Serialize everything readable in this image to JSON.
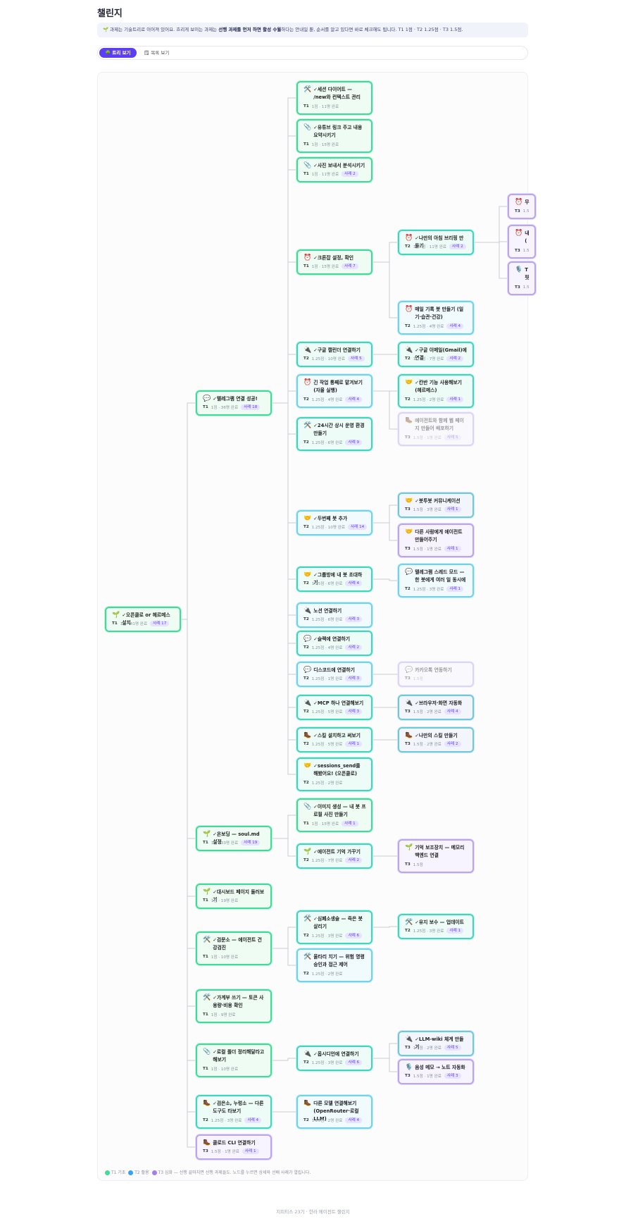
{
  "page": {
    "title": "챌린지",
    "notice": {
      "prefix": "🌱 과제는 기술트리로 이어져 있어요. 흐리게 보이는 과제는 ",
      "bold": "선행 과제를 먼저 하면 활성 수월",
      "suffix": "하다는 안내일 뿐, 순서를 알고 있다면 바로 체크해도 됩니다. T1 1점 · T2 1.25점 · T3 1.5점."
    },
    "view_toggle": {
      "tree_label": "🌳 트리 보기",
      "list_label": "🗒 목록 보기"
    },
    "legend": {
      "t1": "T1 기초",
      "t2": "T2 활용",
      "t3": "T3 심화 — 선행 끝마치면 선행 과제들도. 노드를 누르면 상세와 선배 사례가 열립니다.",
      "t1_color": "#3fdb98",
      "t2_color": "#3aa0f0",
      "t3_color": "#a77bf0"
    },
    "footer": "지피티스 23기 · 한라 에이전트 챌린지"
  },
  "nodes": [
    {
      "id": "root",
      "icon": "🌱",
      "title": "✓오픈클로 or 헤르메스 설치",
      "tier": "T1",
      "score": "1점",
      "done": "41명 완료",
      "badge": "사례 17",
      "style": "t1"
    },
    {
      "id": "telegram",
      "icon": "💬",
      "title": "✓텔레그램 연결 성공!",
      "tier": "T1",
      "score": "1점",
      "done": "36명 완료",
      "badge": "사례 18",
      "style": "t1"
    },
    {
      "id": "onboard",
      "icon": "🌱",
      "title": "✓온보딩 — soul.md 설정",
      "tier": "T1",
      "score": "1점",
      "done": "33명 완료",
      "badge": "사례 19",
      "style": "t1"
    },
    {
      "id": "dash",
      "icon": "🌱",
      "title": "✓대시보드 페이지 둘러보기",
      "tier": "T1",
      "score": "1점",
      "done": "19명 완료",
      "badge": "",
      "style": "t1"
    },
    {
      "id": "health",
      "icon": "🛠️",
      "title": "✓검문소 — 에이전트 건강검진",
      "tier": "T1",
      "score": "1점",
      "done": "10명 완료",
      "badge": "",
      "style": "t1"
    },
    {
      "id": "ledger",
      "icon": "🛠️",
      "title": "✓가계부 쓰기 — 토큰 사용량·비용 확인",
      "tier": "T1",
      "score": "1점",
      "done": "9명 완료",
      "badge": "",
      "style": "t1"
    },
    {
      "id": "folder",
      "icon": "📎",
      "title": "✓로컬 폴더 정리해달라고 해보기",
      "tier": "T1",
      "score": "1점",
      "done": "10명 완료",
      "badge": "",
      "style": "t1"
    },
    {
      "id": "multi",
      "icon": "🥾",
      "title": "✓검은소, 누렁소 — 다른 도구도 타보기",
      "tier": "T2",
      "score": "1.25점",
      "done": "3명 완료",
      "badge": "사례 4",
      "style": "t2d"
    },
    {
      "id": "claude",
      "icon": "🥾",
      "title": "클로드 CLI 연결하기",
      "tier": "T3",
      "score": "1.5점",
      "done": "1명 완료",
      "badge": "사례 1",
      "style": "t3"
    },
    {
      "id": "session",
      "icon": "🛠️",
      "title": "✓세션 다이어트 — /new와 컨텍스트 관리",
      "tier": "T1",
      "score": "1점",
      "done": "11명 완료",
      "badge": "",
      "style": "t1"
    },
    {
      "id": "youtube",
      "icon": "📎",
      "title": "✓유튜브 링크 주고 내용 요약시키기",
      "tier": "T1",
      "score": "1점",
      "done": "15명 완료",
      "badge": "",
      "style": "t1"
    },
    {
      "id": "photo",
      "icon": "📎",
      "title": "✓사진 보내서 분석시키기",
      "tier": "T1",
      "score": "1점",
      "done": "11명 완료",
      "badge": "사례 2",
      "style": "t1"
    },
    {
      "id": "cron",
      "icon": "⏰",
      "title": "✓크론잡 설정, 확인",
      "tier": "T1",
      "score": "1점",
      "done": "15명 완료",
      "badge": "사례 7",
      "style": "t1"
    },
    {
      "id": "gcal",
      "icon": "🔌",
      "title": "✓구글 캘린더 연결하기",
      "tier": "T2",
      "score": "1.25점",
      "done": "10명 완료",
      "badge": "사례 5",
      "style": "t2d"
    },
    {
      "id": "longtask",
      "icon": "⏰",
      "title": "긴 작업 통째로 맡겨보기 (자율 실행)",
      "tier": "T2",
      "score": "1.25점",
      "done": "4명 완료",
      "badge": "사례 4",
      "style": "t2"
    },
    {
      "id": "24h",
      "icon": "🛠️",
      "title": "✓24시간 상시 운영 환경 만들기",
      "tier": "T2",
      "score": "1.25점",
      "done": "6명 완료",
      "badge": "사례 9",
      "style": "t2d"
    },
    {
      "id": "secondbot",
      "icon": "🤝",
      "title": "✓두번째 봇 추가",
      "tier": "T2",
      "score": "1.25점",
      "done": "10명 완료",
      "badge": "사례 14",
      "style": "t2"
    },
    {
      "id": "group",
      "icon": "🤝",
      "title": "✓그룹방에 내 봇 초대하기",
      "tier": "T2",
      "score": "1.25점",
      "done": "6명 완료",
      "badge": "사례 4",
      "style": "t2d"
    },
    {
      "id": "notion",
      "icon": "🔌",
      "title": "노션 연결하기",
      "tier": "T2",
      "score": "1.25점",
      "done": "6명 완료",
      "badge": "사례 3",
      "style": "t2"
    },
    {
      "id": "slack",
      "icon": "💬",
      "title": "✓슬랙에 연결하기",
      "tier": "T2",
      "score": "1.25점",
      "done": "4명 완료",
      "badge": "사례 2",
      "style": "t2d"
    },
    {
      "id": "discord",
      "icon": "💬",
      "title": "디스코드에 연결하기",
      "tier": "T2",
      "score": "1.25점",
      "done": "1명 완료",
      "badge": "사례 3",
      "style": "t2"
    },
    {
      "id": "mcp",
      "icon": "🔌",
      "title": "✓MCP 하나 연결해보기",
      "tier": "T2",
      "score": "1.25점",
      "done": "5명 완료",
      "badge": "사례 3",
      "style": "t2d"
    },
    {
      "id": "skill",
      "icon": "🥾",
      "title": "✓스킬 설치하고 써보기",
      "tier": "T2",
      "score": "1.25점",
      "done": "5명 완료",
      "badge": "사례 1",
      "style": "t2d"
    },
    {
      "id": "sessions_send",
      "icon": "🤝",
      "title": "✓sessions_send를 해봤어요! (오픈클로)",
      "tier": "T2",
      "score": "1.25점",
      "done": "2명 완료",
      "badge": "",
      "style": "t2d"
    },
    {
      "id": "image",
      "icon": "📎",
      "title": "✓이미지 생성 — 내 봇 프로필 사진 만들기",
      "tier": "T1",
      "score": "1점",
      "done": "15명 완료",
      "badge": "사례 1",
      "style": "t1"
    },
    {
      "id": "memory",
      "icon": "🌱",
      "title": "✓에이전트 기억 가꾸기",
      "tier": "T2",
      "score": "1.25점",
      "done": "7명 완료",
      "badge": "사례 2",
      "style": "t2d"
    },
    {
      "id": "revive",
      "icon": "🛠️",
      "title": "✓심폐소생술 — 죽은 봇 살리기",
      "tier": "T2",
      "score": "1.25점",
      "done": "3명 완료",
      "badge": "사례 6",
      "style": "t2d"
    },
    {
      "id": "fence",
      "icon": "🛠️",
      "title": "울타리 치기 — 위험 명령 승인과 접근 제어",
      "tier": "T2",
      "score": "1.25점",
      "done": "2명 완료",
      "badge": "",
      "style": "t2"
    },
    {
      "id": "obsidian",
      "icon": "🔌",
      "title": "✓옵시디언에 연결하기",
      "tier": "T2",
      "score": "1.25점",
      "done": "3명 완료",
      "badge": "사례 6",
      "style": "t2d"
    },
    {
      "id": "othermodel",
      "icon": "🥾",
      "title": "다른 모델 연결해보기 (OpenRouter·로컬 LLM)",
      "tier": "T2",
      "score": "1.25점",
      "done": "2명 완료",
      "badge": "사례 4",
      "style": "t2"
    },
    {
      "id": "briefing",
      "icon": "⏰",
      "title": "✓나만의 아침 브리핑 만들기",
      "tier": "T2",
      "score": "1.25점",
      "done": "11명 완료",
      "badge": "사례 2",
      "style": "t2d"
    },
    {
      "id": "diary",
      "icon": "⏰",
      "title": "매일 기록 봇 만들기 (일기·습관·건강)",
      "tier": "T2",
      "score": "1.25점",
      "done": "4명 완료",
      "badge": "사례 4",
      "style": "t2"
    },
    {
      "id": "gmail",
      "icon": "🔌",
      "title": "✓구글 이메일(Gmail)에 연결",
      "tier": "T2",
      "score": "1.25점",
      "done": "7명 완료",
      "badge": "사례 2",
      "style": "t2d"
    },
    {
      "id": "kanban",
      "icon": "🤝",
      "title": "✓칸반 기능 사용해보기 (헤르메스)",
      "tier": "T2",
      "score": "1.25점",
      "done": "2명 완료",
      "badge": "사례 1",
      "style": "t2d"
    },
    {
      "id": "webpage",
      "icon": "🥾",
      "title": "에이전트와 함께 웹 페이지 만들어 배포하기",
      "tier": "T3",
      "score": "1.5점",
      "done": "1명 완료",
      "badge": "사례 5",
      "style": "t3",
      "faded": true
    },
    {
      "id": "botbot",
      "icon": "🤝",
      "title": "✓봇투봇 커뮤니케이션",
      "tier": "T3",
      "score": "1.5점",
      "done": "3명 완료",
      "badge": "사례 1",
      "style": "t3d"
    },
    {
      "id": "others",
      "icon": "🤝",
      "title": "다른 사람에게 에이전트 만들어주기",
      "tier": "T3",
      "score": "1.5점",
      "done": "1명 완료",
      "badge": "사례 1",
      "style": "t3"
    },
    {
      "id": "thread",
      "icon": "💬",
      "title": "텔레그램 스레드 모드 — 한 봇에게 여러 일 동시에",
      "tier": "T2",
      "score": "1.25점",
      "done": "3명 완료",
      "badge": "사례 1",
      "style": "t2"
    },
    {
      "id": "kakao",
      "icon": "💬",
      "title": "카카오톡 연동하기",
      "tier": "T3",
      "score": "1.5점",
      "done": "",
      "badge": "",
      "style": "t3",
      "faded": true
    },
    {
      "id": "browser",
      "icon": "🔌",
      "title": "✓브라우저·화면 자동화",
      "tier": "T3",
      "score": "1.5점",
      "done": "2명 완료",
      "badge": "사례 4",
      "style": "t3d"
    },
    {
      "id": "myskill",
      "icon": "🥾",
      "title": "✓나만의 스킬 만들기",
      "tier": "T3",
      "score": "1.5점",
      "done": "2명 완료",
      "badge": "사례 2",
      "style": "t3d"
    },
    {
      "id": "membackend",
      "icon": "🌱",
      "title": "기억 보조장치 — 메모리 백엔드 연결",
      "tier": "T3",
      "score": "1.5점",
      "done": "",
      "badge": "",
      "style": "t3"
    },
    {
      "id": "maint",
      "icon": "🛠️",
      "title": "✓유지 보수 — 업데이트",
      "tier": "T2",
      "score": "1.25점",
      "done": "3명 완료",
      "badge": "사례 1",
      "style": "t2d"
    },
    {
      "id": "llmwiki",
      "icon": "🔌",
      "title": "✓LLM-wiki 체계 만들기",
      "tier": "T3",
      "score": "1.5점",
      "done": "2명 완료",
      "badge": "사례 5",
      "style": "t3d"
    },
    {
      "id": "voice",
      "icon": "🎙️",
      "title": "음성 메모 → 노트 자동화",
      "tier": "T3",
      "score": "1.5점",
      "done": "1명 완료",
      "badge": "사례 3",
      "style": "t3"
    },
    {
      "id": "c1",
      "icon": "⏰",
      "title": "무",
      "tier": "T3",
      "score": "1.5",
      "done": "",
      "badge": "",
      "style": "t3"
    },
    {
      "id": "c2",
      "icon": "⏰",
      "title": "내 (",
      "tier": "T3",
      "score": "1.5",
      "done": "",
      "badge": "",
      "style": "t3"
    },
    {
      "id": "c3",
      "icon": "🎙️",
      "title": "T 핏",
      "tier": "T3",
      "score": "1.5",
      "done": "",
      "badge": "",
      "style": "t3"
    }
  ],
  "edges": [
    [
      "root",
      "telegram"
    ],
    [
      "root",
      "onboard"
    ],
    [
      "root",
      "dash"
    ],
    [
      "root",
      "health"
    ],
    [
      "root",
      "ledger"
    ],
    [
      "root",
      "folder"
    ],
    [
      "root",
      "multi"
    ],
    [
      "root",
      "claude"
    ],
    [
      "telegram",
      "session"
    ],
    [
      "telegram",
      "youtube"
    ],
    [
      "telegram",
      "photo"
    ],
    [
      "telegram",
      "cron"
    ],
    [
      "telegram",
      "gcal"
    ],
    [
      "telegram",
      "longtask"
    ],
    [
      "telegram",
      "24h"
    ],
    [
      "telegram",
      "secondbot"
    ],
    [
      "telegram",
      "group"
    ],
    [
      "telegram",
      "notion"
    ],
    [
      "telegram",
      "slack"
    ],
    [
      "telegram",
      "discord"
    ],
    [
      "telegram",
      "mcp"
    ],
    [
      "telegram",
      "skill"
    ],
    [
      "telegram",
      "sessions_send"
    ],
    [
      "onboard",
      "image"
    ],
    [
      "onboard",
      "memory"
    ],
    [
      "health",
      "revive"
    ],
    [
      "health",
      "fence"
    ],
    [
      "folder",
      "obsidian"
    ],
    [
      "multi",
      "othermodel"
    ],
    [
      "cron",
      "briefing"
    ],
    [
      "cron",
      "diary"
    ],
    [
      "gcal",
      "gmail"
    ],
    [
      "longtask",
      "kanban"
    ],
    [
      "longtask",
      "webpage"
    ],
    [
      "secondbot",
      "botbot"
    ],
    [
      "secondbot",
      "others"
    ],
    [
      "group",
      "thread"
    ],
    [
      "discord",
      "kakao"
    ],
    [
      "mcp",
      "browser"
    ],
    [
      "skill",
      "myskill"
    ],
    [
      "memory",
      "membackend"
    ],
    [
      "revive",
      "maint"
    ],
    [
      "obsidian",
      "llmwiki"
    ],
    [
      "obsidian",
      "voice"
    ],
    [
      "briefing",
      "c1"
    ],
    [
      "briefing",
      "c2"
    ],
    [
      "briefing",
      "c3"
    ]
  ]
}
